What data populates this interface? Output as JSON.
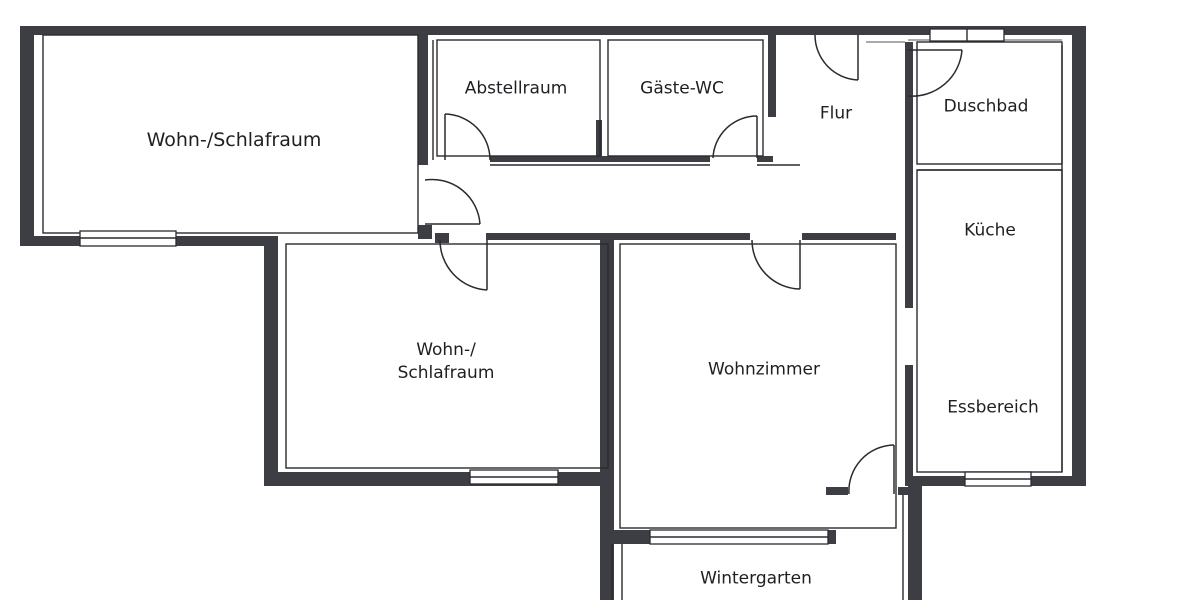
{
  "plan": {
    "wall_color": "#3d3e44",
    "background": "#ffffff",
    "rooms": [
      {
        "id": "wohn-schlaf-1",
        "label": "Wohn-/Schlafraum"
      },
      {
        "id": "abstellraum",
        "label": "Abstellraum"
      },
      {
        "id": "gaeste-wc",
        "label": "Gäste-WC"
      },
      {
        "id": "flur",
        "label": "Flur"
      },
      {
        "id": "duschbad",
        "label": "Duschbad"
      },
      {
        "id": "kueche",
        "label": "Küche"
      },
      {
        "id": "wohn-schlaf-2",
        "label": "Wohn-/\nSchlafraum"
      },
      {
        "id": "wohnzimmer",
        "label": "Wohnzimmer"
      },
      {
        "id": "essbereich",
        "label": "Essbereich"
      },
      {
        "id": "wintergarten",
        "label": "Wintergarten"
      }
    ]
  }
}
